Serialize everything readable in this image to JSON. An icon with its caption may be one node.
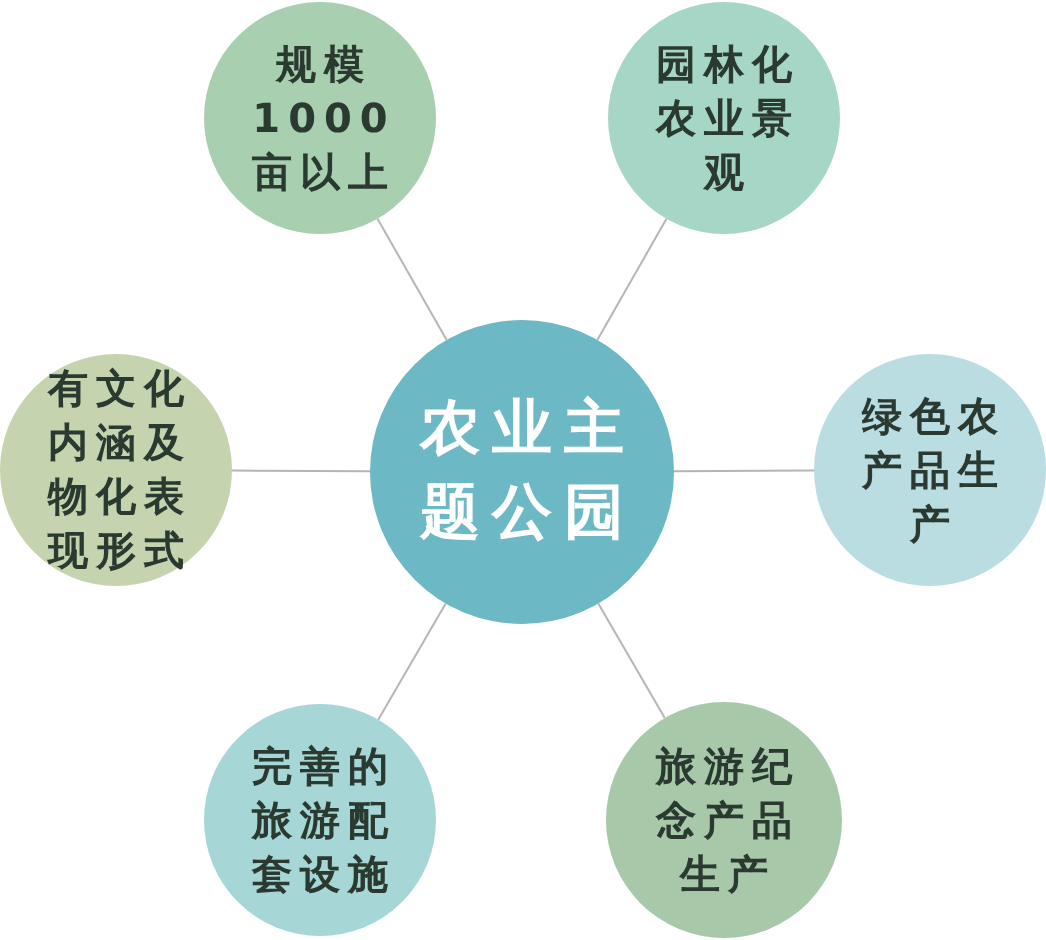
{
  "diagram": {
    "nodes": [
      {
        "text": [
          "规模1000亩以上"
        ]
      },
      {
        "text": [
          "园林化农业景观"
        ]
      },
      {
        "text": [
          "有文化内涵及物化表现形式"
        ]
      },
      {
        "text": [
          "农业主题公园"
        ]
      },
      {
        "text": [
          "绿色农产品生产"
        ]
      },
      {
        "text": [
          "完善的旅游配套设施"
        ]
      },
      {
        "text": [
          "旅游纪念产品生产"
        ]
      }
    ],
    "edges": [
      {
        "from": 3,
        "to": 0,
        "arrow": "none"
      },
      {
        "from": 3,
        "to": 1,
        "arrow": "none"
      },
      {
        "from": 3,
        "to": 2,
        "arrow": "none"
      },
      {
        "from": 3,
        "to": 4,
        "arrow": "none"
      },
      {
        "from": 3,
        "to": 5,
        "arrow": "none"
      },
      {
        "from": 3,
        "to": 6,
        "arrow": "none"
      }
    ]
  }
}
